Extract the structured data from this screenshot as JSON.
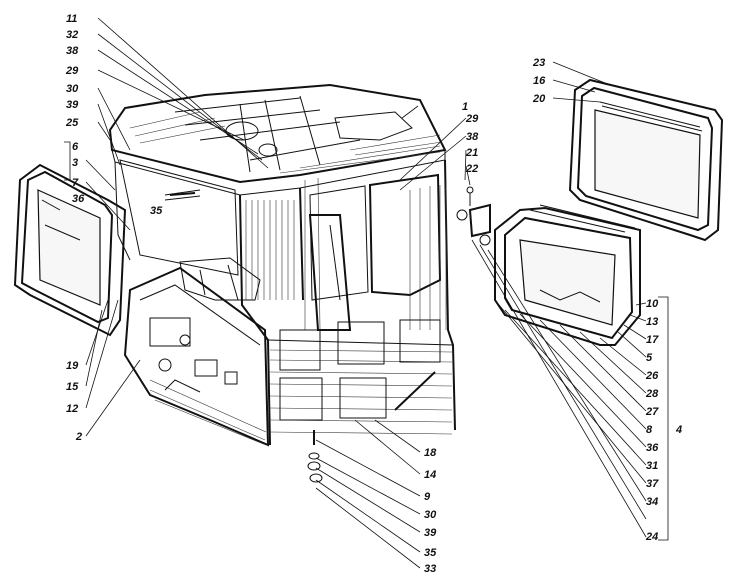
{
  "labels": {
    "l11": "11",
    "l32": "32",
    "l38a": "38",
    "l29a": "29",
    "l30a": "30",
    "l39a": "39",
    "l25": "25",
    "l6": "6",
    "l3": "3",
    "l7": "7",
    "l36": "36",
    "l35": "35",
    "l1": "1",
    "l29b": "29",
    "l38b": "38",
    "l21": "21",
    "l22": "22",
    "l23": "23",
    "l16a": "16",
    "l20": "20",
    "l10": "10",
    "l13": "13",
    "l17": "17",
    "l5": "5",
    "l26": "26",
    "l28": "28",
    "l27": "27",
    "l8": "8",
    "l4": "4",
    "l36b": "36",
    "l31": "31",
    "l37": "37",
    "l34": "34",
    "l24": "24",
    "l19": "19",
    "l15": "15",
    "l12": "12",
    "l2": "2",
    "l18": "18",
    "l14": "14",
    "l9": "9",
    "l30b": "30",
    "l39b": "39",
    "l35b": "35",
    "l33": "33"
  }
}
